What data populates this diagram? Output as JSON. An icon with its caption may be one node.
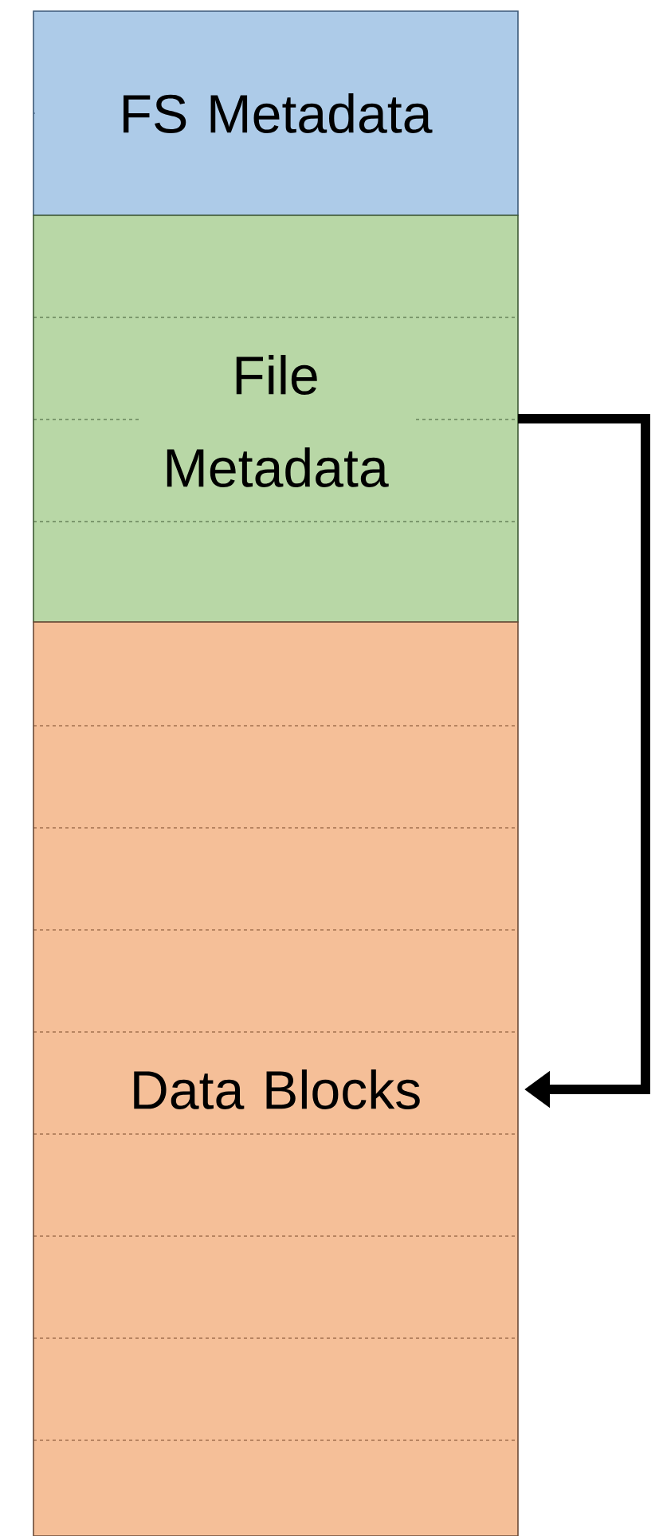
{
  "diagram": {
    "nodes": [
      {
        "text": [
          "FS Metadata"
        ]
      },
      {
        "text": [
          "File Metadata"
        ]
      },
      {
        "text": [
          "Data Blocks"
        ]
      }
    ],
    "edges": [
      {
        "from": 1,
        "to": 2,
        "arrow": "to"
      }
    ]
  }
}
